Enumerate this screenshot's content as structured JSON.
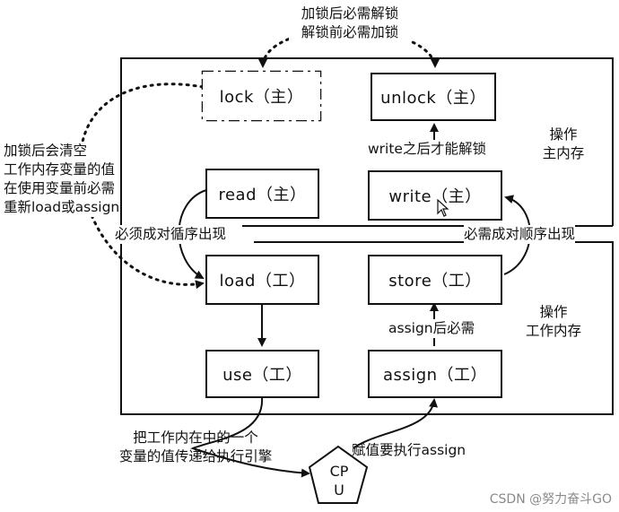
{
  "boxes": {
    "lock": "lock（主）",
    "unlock": "unlock（主）",
    "read": "read（主）",
    "write": "write（主）",
    "load": "load（工）",
    "store": "store（工）",
    "use": "use（工）",
    "assign": "assign（工）"
  },
  "labels": {
    "top_line1": "加锁后必需解锁",
    "top_line2": "解锁前必需加锁",
    "left_note": [
      "加锁后会清空",
      "工作内存变量的值",
      "在使用变量前必需",
      "重新load或assign"
    ],
    "write_then_unlock": "write之后才能解锁",
    "main_memory_ops": [
      "操作",
      "主内存"
    ],
    "pair_order_left": "必须成对循序出现",
    "pair_order_right": "必需成对顺序出现",
    "work_memory_ops": [
      "操作",
      "工作内存"
    ],
    "assign_then_store": "assign后必需",
    "use_note": [
      "把工作内在中的一个",
      "变量的值传递给执行引擎"
    ],
    "assign_note": "赋值要执行assign",
    "cpu": [
      "CP",
      "U"
    ]
  },
  "watermark": "CSDN @努力奋斗GO",
  "colors": {
    "stroke": "#111111",
    "watermark": "#8a8a8a"
  }
}
